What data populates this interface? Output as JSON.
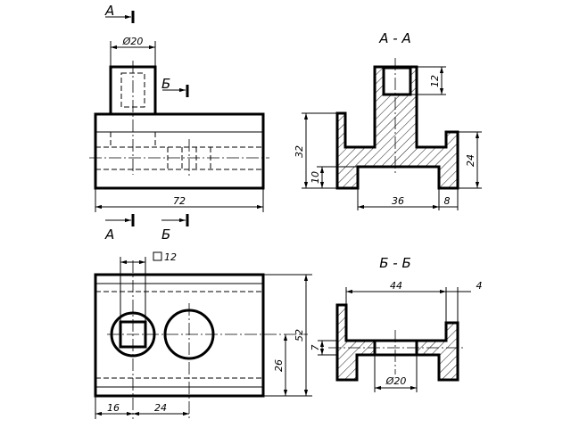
{
  "views": {
    "front": {
      "labels": {
        "section_a_top": "А",
        "section_b_top": "Б",
        "section_a_bottom": "А",
        "section_b_bottom": "Б"
      },
      "dimensions": {
        "diameter_top": "Ø20",
        "length": "72"
      }
    },
    "section_aa": {
      "title": "А - А",
      "dimensions": {
        "depth_12": "12",
        "height_32": "32",
        "height_10": "10",
        "height_24": "24",
        "width_36": "36",
        "width_8": "8"
      }
    },
    "plan": {
      "dimensions": {
        "square_12": "12",
        "height_52": "52",
        "height_26": "26",
        "offset_16": "16",
        "offset_24": "24"
      }
    },
    "section_bb": {
      "title": "Б - Б",
      "dimensions": {
        "width_44": "44",
        "width_4": "4",
        "height_7": "7",
        "diameter_20": "Ø20"
      }
    }
  }
}
